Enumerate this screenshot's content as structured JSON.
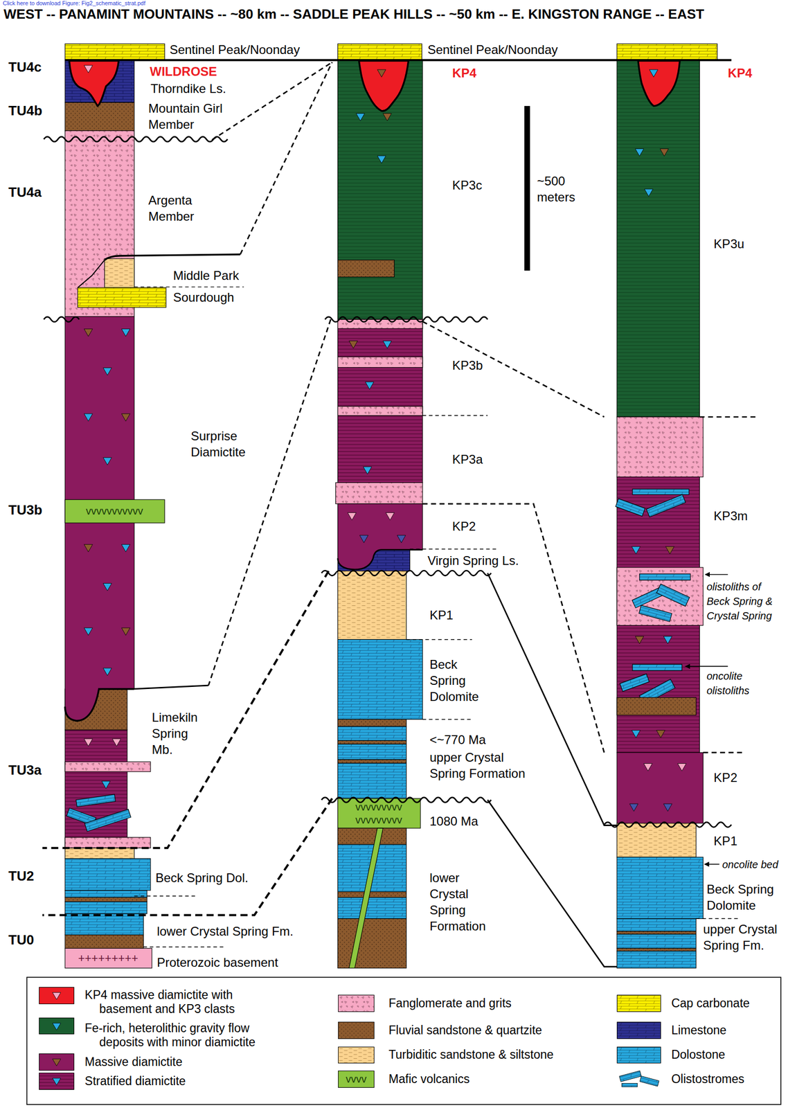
{
  "diagram": {
    "title": "WEST -- PANAMINT MOUNTAINS -- ~80 km -- SADDLE PEAK HILLS -- ~50 km -- E. KINGSTON RANGE -- EAST",
    "labels": [
      "Click here to download Figure: Fig2_schematic_strat.pdf",
      "TU4c",
      "Sentinel Peak/Noonday",
      "Sentinel Peak/Noonday",
      "WILDROSE",
      "KP4",
      "KP4",
      "Thorndike Ls.",
      "TU4b",
      "Mountain Girl Member",
      "~500 meters",
      "KP3c",
      "TU4a",
      "Argenta Member",
      "KP3u",
      "Middle Park",
      "Sourdough",
      "KP3b",
      "Surprise Diamictite",
      "KP3a",
      "TU3b",
      "vvvvvvvvvvv",
      "KP3m",
      "KP2",
      "Virgin Spring Ls.",
      "olistoliths of Beck Spring & Crystal Spring",
      "KP1",
      "Beck Spring Dolomite",
      "oncolite olistoliths",
      "Limekiln Spring Mb.",
      "<~770 Ma",
      "upper Crystal Spring Formation",
      "TU3a",
      "KP2",
      "vvvvvvvvv",
      "vvvvvvvvv",
      "1080 Ma",
      "KP1",
      "oncolite bed",
      "TU2",
      "Beck Spring Dol.",
      "lower Crystal Spring Formation",
      "Beck Spring Dolomite",
      "upper Crystal Spring Fm.",
      "lower Crystal Spring Fm.",
      "TU0",
      "+++++++++",
      "Proterozoic basement",
      "vvvv"
    ],
    "legend": [
      {
        "text": "KP4 massive diamictite with basement and KP3 clasts",
        "color": "#ed1c24"
      },
      {
        "text": "Fe-rich, heterolithic gravity flow deposits with minor diamictite",
        "color": "#1a5e30"
      },
      {
        "text": "Massive diamictite",
        "color": "#8b1a5e"
      },
      {
        "text": "Stratified diamictite",
        "color": "#8b1a5e"
      },
      {
        "text": "Fanglomerate and grits",
        "color": "#f7a8c4"
      },
      {
        "text": "Fluvial sandstone & quartzite",
        "color": "#8c5a2e"
      },
      {
        "text": "Turbiditic sandstone & siltstone",
        "color": "#fbd38f"
      },
      {
        "text": "Mafic volcanics",
        "color": "#8dc63f"
      },
      {
        "text": "Cap carbonate",
        "color": "#fff200"
      },
      {
        "text": "Limestone",
        "color": "#2e3192"
      },
      {
        "text": "Dolostone",
        "color": "#27aae1"
      },
      {
        "text": "Olistostromes"
      }
    ]
  }
}
